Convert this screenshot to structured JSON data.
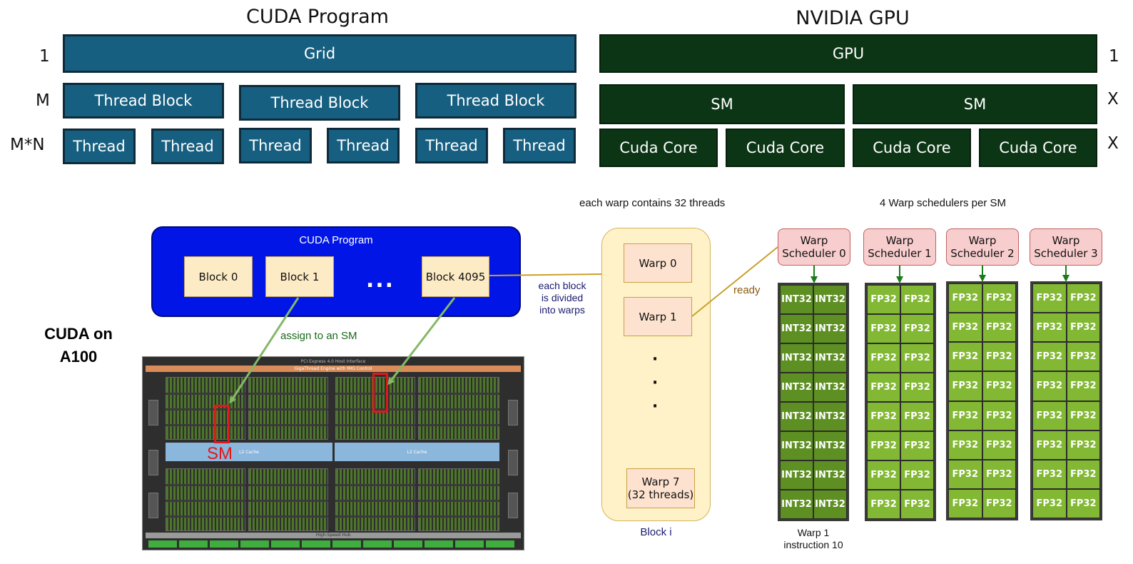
{
  "top_left": {
    "title": "CUDA Program",
    "row_labels": [
      "1",
      "M",
      "M*N"
    ],
    "grid": "Grid",
    "thread_blocks": [
      "Thread Block",
      "Thread Block",
      "Thread Block"
    ],
    "threads": [
      "Thread",
      "Thread",
      "Thread",
      "Thread",
      "Thread",
      "Thread"
    ]
  },
  "top_right": {
    "title": "NVIDIA GPU",
    "row_labels": [
      "1",
      "X",
      "X"
    ],
    "gpu": "GPU",
    "sms": [
      "SM",
      "SM"
    ],
    "cuda_cores": [
      "Cuda Core",
      "Cuda Core",
      "Cuda Core",
      "Cuda Core"
    ]
  },
  "bottom": {
    "side_title_line1": "CUDA on",
    "side_title_line2": "A100",
    "program": {
      "title": "CUDA Program",
      "blocks": [
        "Block 0",
        "Block 1",
        "Block 4095"
      ],
      "ellipsis": "..."
    },
    "assign_label": "assign to an SM",
    "sm_label": "SM",
    "die_labels": {
      "top1": "PCI Express 4.0 Host Interface",
      "top2": "GigaThread Engine with MIG Control",
      "l2_left": "L2 Cache",
      "l2_right": "L2 Cache",
      "bottom": "High-Speed Hub"
    },
    "divided_label": [
      "each block",
      "is divided",
      "into warps"
    ],
    "warp_note": "each warp contains 32 threads",
    "warps": {
      "w0": "Warp 0",
      "w1": "Warp 1",
      "dots": [
        "·",
        "·",
        "·"
      ],
      "w7_line1": "Warp 7",
      "w7_line2": "(32 threads)"
    },
    "block_i": "Block i",
    "ready_label": "ready",
    "scheduler_note": "4 Warp schedulers per SM",
    "schedulers": [
      {
        "line1": "Warp",
        "line2": "Scheduler 0"
      },
      {
        "line1": "Warp",
        "line2": "Scheduler 1"
      },
      {
        "line1": "Warp",
        "line2": "Scheduler 2"
      },
      {
        "line1": "Warp",
        "line2": "Scheduler 3"
      }
    ],
    "core_types": [
      "INT32",
      "FP32",
      "FP32",
      "FP32"
    ],
    "core_rows": 8,
    "instruction_line1": "Warp 1",
    "instruction_line2": "instruction 10"
  },
  "colors": {
    "cuda_fill": "#175f80",
    "gpu_fill": "#0b3515",
    "program_blue": "#0015e6",
    "assign_arrow": "#86b868",
    "sm_highlight": "#e01818",
    "int_cell": "#5d8f22",
    "fp_cell": "#82b833",
    "warp_panel": "#fff2c8"
  }
}
